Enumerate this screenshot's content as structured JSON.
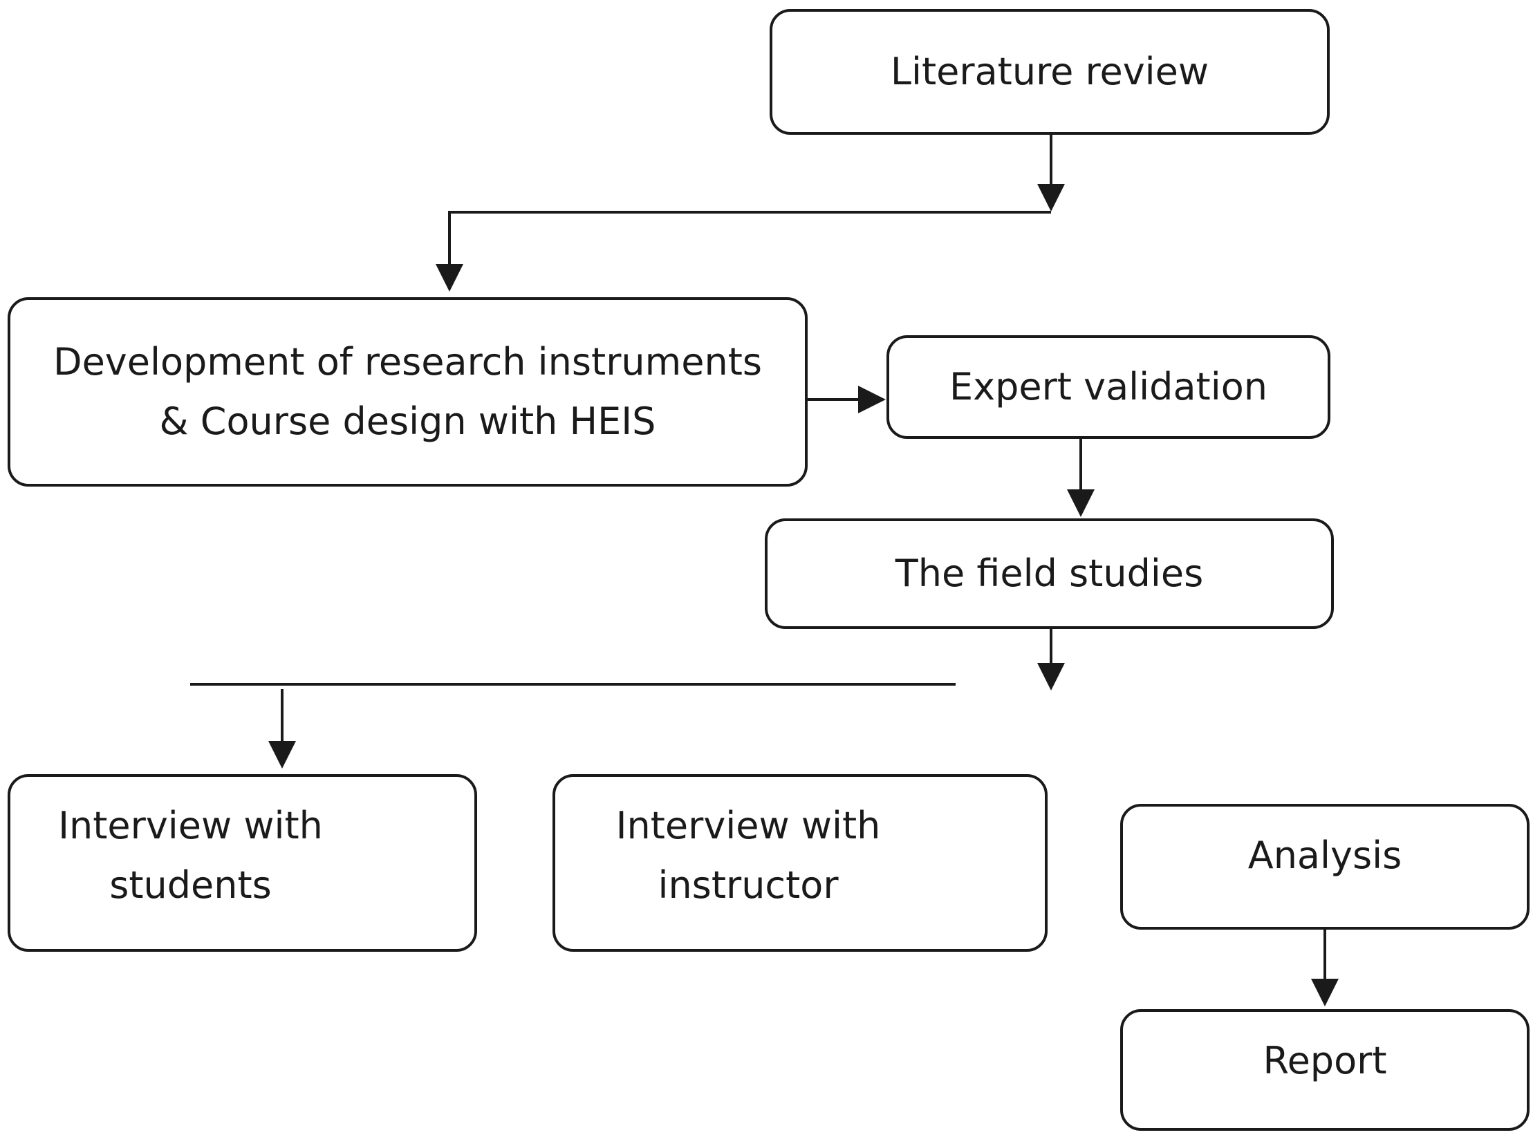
{
  "nodes": {
    "literature_review": "Literature review",
    "development": "Development of research instruments\n& Course design with HEIS",
    "expert_validation": "Expert validation",
    "field_studies": "The field studies",
    "interview_students": "Interview with\nstudents",
    "interview_instructor": "Interview with\ninstructor",
    "analysis": "Analysis",
    "report": "Report"
  },
  "colors": {
    "stroke": "#1a1a1a",
    "background": "#ffffff"
  }
}
